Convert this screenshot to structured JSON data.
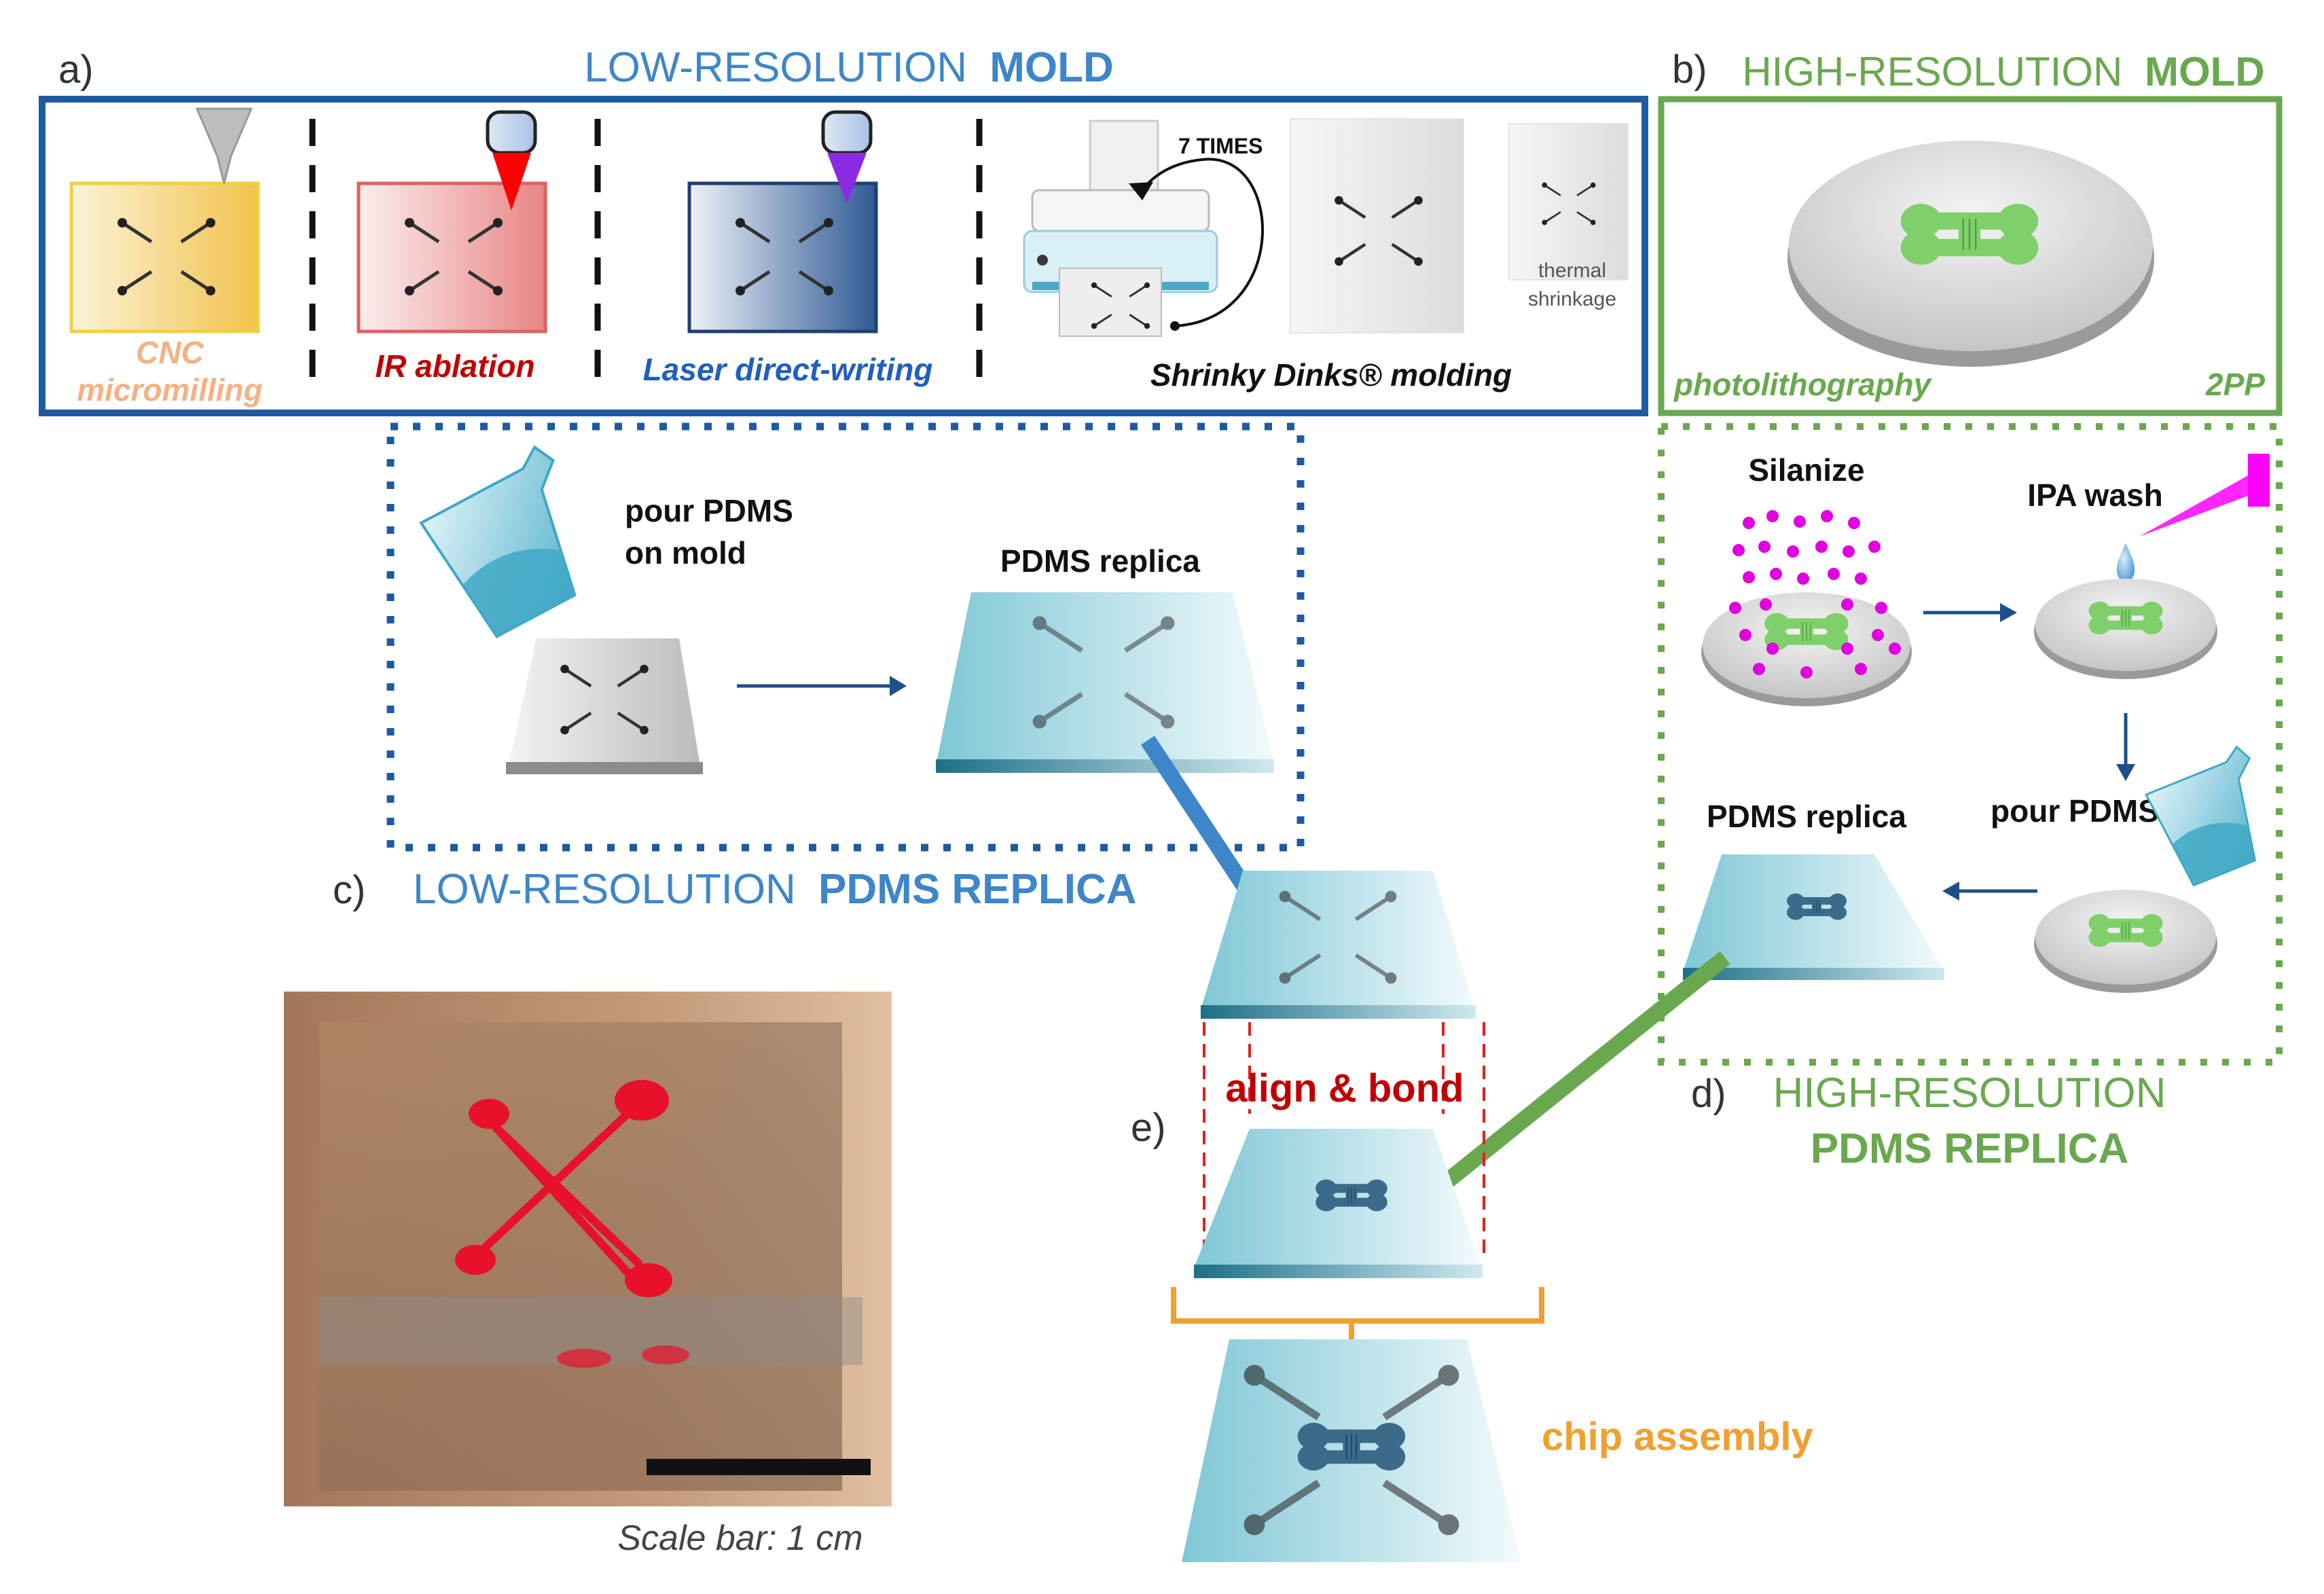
{
  "panels": {
    "a": {
      "letter": "a)",
      "title_light": "LOW-RESOLUTION",
      "title_bold": "MOLD",
      "methods": {
        "cnc_line1": "CNC",
        "cnc_line2": "micromilling",
        "ir": "IR ablation",
        "laser": "Laser direct-writing",
        "shrinky": "Shrinky Dinks®  molding"
      },
      "seven_times": "7 TIMES",
      "thermal_line1": "thermal",
      "thermal_line2": "shrinkage"
    },
    "b": {
      "letter": "b)",
      "title_light": "HIGH-RESOLUTION",
      "title_bold": "MOLD",
      "left_label": "photolithography",
      "right_label": "2PP"
    },
    "c": {
      "letter": "c)",
      "title_light": "LOW-RESOLUTION",
      "title_bold": "PDMS REPLICA",
      "pour_line1": "pour PDMS",
      "pour_line2": "on mold",
      "replica": "PDMS replica"
    },
    "d": {
      "letter": "d)",
      "title_light": "HIGH-RESOLUTION",
      "title_bold": "PDMS REPLICA",
      "silanize": "Silanize",
      "ipa": "IPA wash",
      "pour": "pour PDMS",
      "replica": "PDMS replica"
    },
    "e": {
      "letter": "e)",
      "align": "align & bond",
      "assembly": "chip assembly"
    }
  },
  "photo": {
    "scale_bar": "Scale bar: 1 cm"
  },
  "colors": {
    "low_res_blue": "#1f5aa0",
    "low_res_title": "#3d86c9",
    "high_res_green": "#6aa84f",
    "cnc": "#f4b183",
    "ir": "#c00000",
    "laser": "#1f5fbf",
    "align": "#c00000",
    "assembly": "#f0a030",
    "magenta": "#e000e0"
  }
}
